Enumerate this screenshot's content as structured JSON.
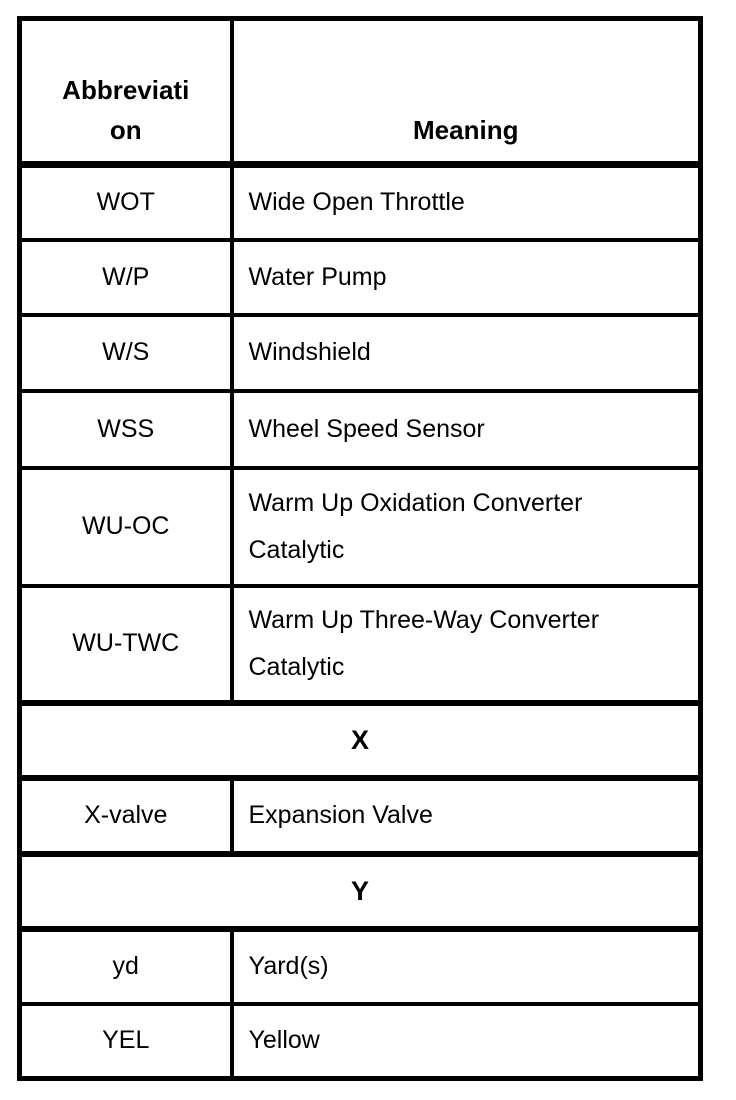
{
  "table": {
    "header": {
      "abbreviation": "Abbreviati\non",
      "meaning": "Meaning"
    },
    "rows": [
      {
        "type": "entry",
        "abbr": "WOT",
        "meaning": "Wide Open Throttle"
      },
      {
        "type": "entry",
        "abbr": "W/P",
        "meaning": "Water Pump"
      },
      {
        "type": "entry",
        "abbr": "W/S",
        "meaning": "Windshield"
      },
      {
        "type": "entry",
        "abbr": "WSS",
        "meaning": "Wheel Speed Sensor"
      },
      {
        "type": "entry",
        "abbr": "WU-OC",
        "meaning": "Warm Up Oxidation Converter\nCatalytic"
      },
      {
        "type": "entry",
        "abbr": "WU-TWC",
        "meaning": "Warm Up Three-Way Converter\nCatalytic"
      },
      {
        "type": "section",
        "label": "X"
      },
      {
        "type": "entry",
        "abbr": "X-valve",
        "meaning": "Expansion Valve"
      },
      {
        "type": "section",
        "label": "Y"
      },
      {
        "type": "entry",
        "abbr": "yd",
        "meaning": "Yard(s)"
      },
      {
        "type": "entry",
        "abbr": "YEL",
        "meaning": "Yellow"
      }
    ],
    "colors": {
      "border": "#000000",
      "text": "#000000",
      "background": "#ffffff"
    }
  }
}
